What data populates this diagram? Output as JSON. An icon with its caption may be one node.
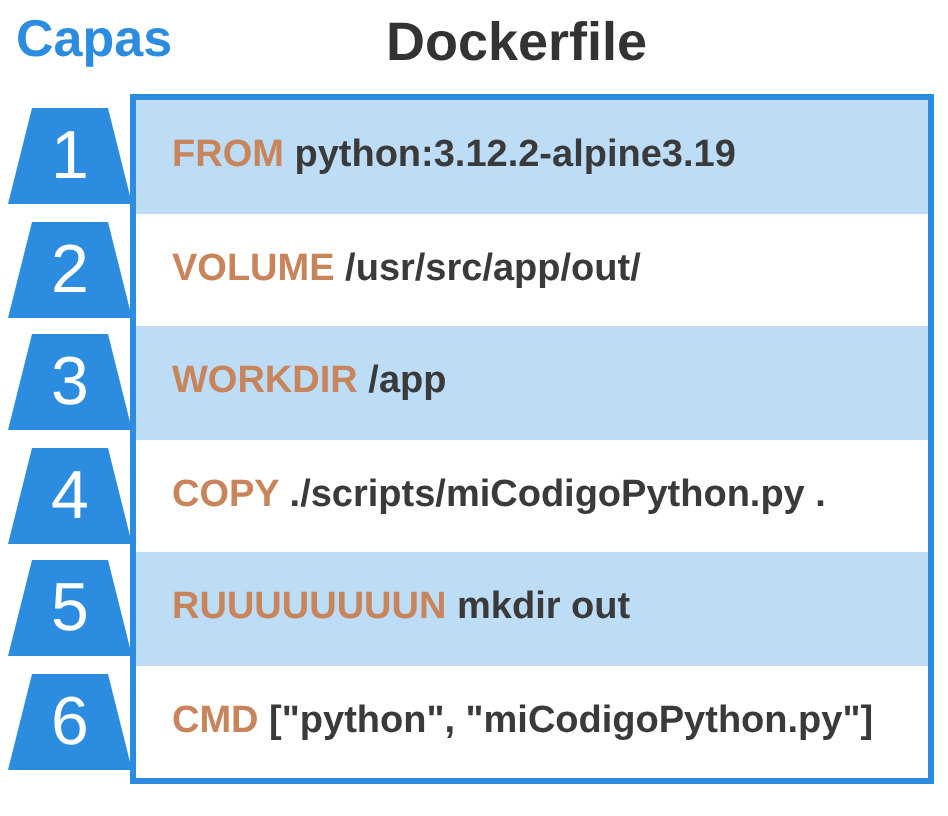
{
  "diagram": {
    "nodes": [
      {
        "text": [
          "Dockerfile"
        ]
      },
      {
        "text": [
          "1"
        ]
      },
      {
        "text": [
          "FROM python:3.12.2-alpine3.19"
        ],
        "in": 0
      },
      {
        "text": [
          "2"
        ]
      },
      {
        "text": [
          "VOLUME /usr/src/app/out/"
        ],
        "in": 0
      },
      {
        "text": [
          "3"
        ]
      },
      {
        "text": [
          "WORKDIR /app"
        ],
        "in": 0
      },
      {
        "text": [
          "4"
        ]
      },
      {
        "text": [
          "COPY ./scripts/miCodigoPython.py ."
        ],
        "in": 0
      },
      {
        "text": [
          "5"
        ]
      },
      {
        "text": [
          "RUUUUUUUUN mkdir out"
        ],
        "in": 0
      },
      {
        "text": [
          "6"
        ]
      },
      {
        "text": [
          "CMD [\"python\", \"miCodigoPython.py\"]"
        ],
        "in": 0
      }
    ],
    "edges": [],
    "labels": [
      "Capas"
    ]
  }
}
